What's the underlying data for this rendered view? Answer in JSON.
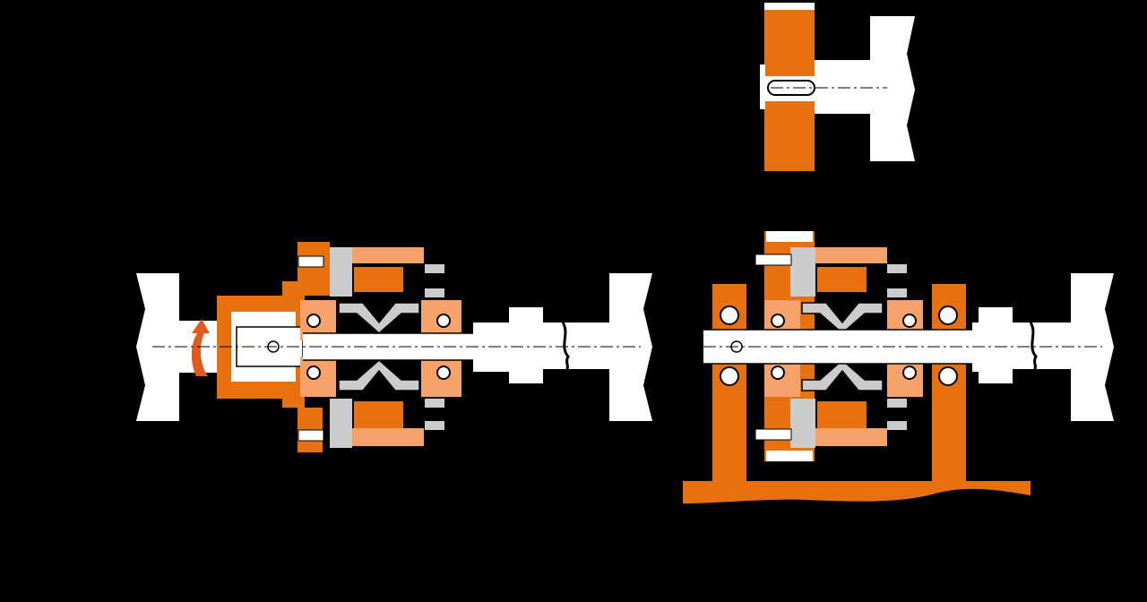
{
  "colors": {
    "background": "#000000",
    "part_orange": "#e8710f",
    "part_light_orange": "#f5a26a",
    "part_white": "#ffffff",
    "part_grey": "#cccccc",
    "rotation_arrow": "#e05a1c"
  },
  "views": [
    {
      "id": "mounted-on-shaft",
      "components": [
        "machine-housing-left",
        "input-shaft",
        "torque-arm",
        "gearbox-assembly",
        "output-coupling",
        "machine-housing-right",
        "rotation-arrow"
      ]
    },
    {
      "id": "pulley-detail",
      "components": [
        "belt-pulley",
        "keyed-shaft",
        "machine-housing-top"
      ]
    },
    {
      "id": "foot-mounted",
      "components": [
        "base-plate",
        "support-pillar-left",
        "support-pillar-right",
        "gearbox-assembly",
        "output-coupling",
        "machine-housing-right"
      ]
    }
  ]
}
